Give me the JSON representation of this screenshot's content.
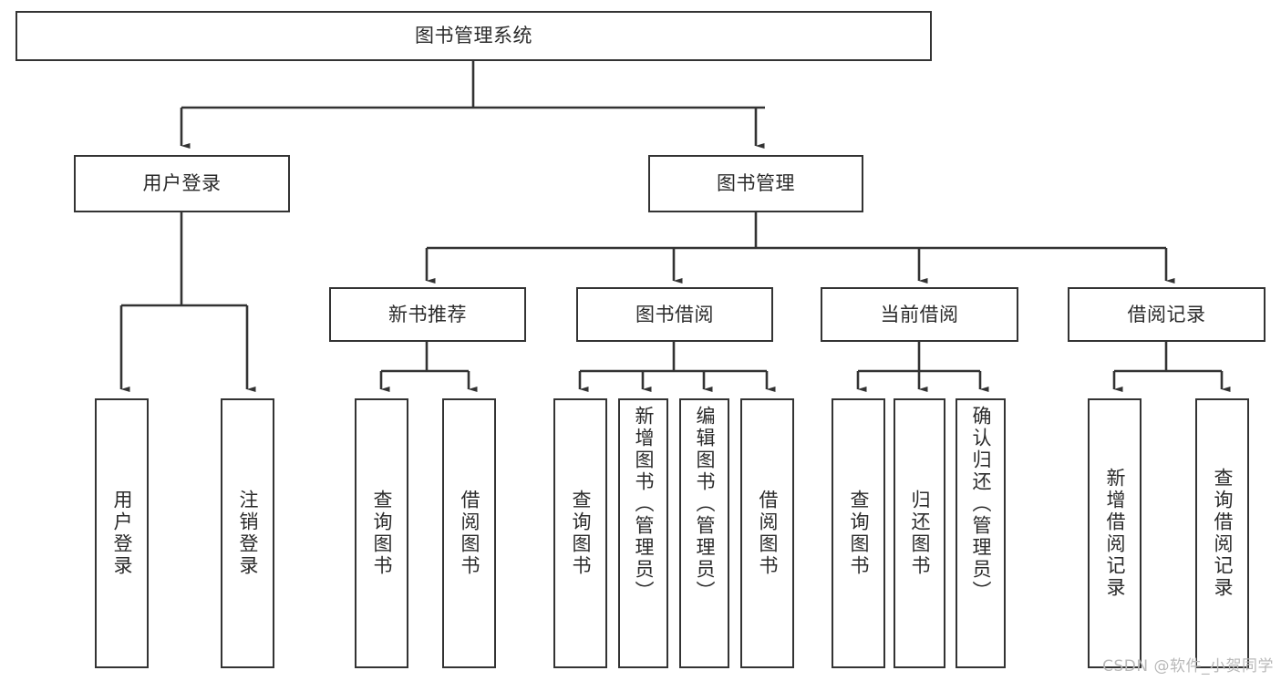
{
  "diagram": {
    "type": "tree",
    "title": "图书管理系统",
    "watermark": "CSDN @软件_小贺同学",
    "colors": {
      "box_border": "#333333",
      "box_fill": "#ffffff",
      "edge": "#333333",
      "text": "#2b2b2b",
      "watermark": "#b9b9b9"
    },
    "nodes": {
      "root": "图书管理系统",
      "user_login": "用户登录",
      "book_manage": "图书管理",
      "new_book_rec": "新书推荐",
      "book_borrow": "图书借阅",
      "current_borrow": "当前借阅",
      "borrow_record": "借阅记录",
      "leaf_user_login": "用户登录",
      "leaf_logout": "注销登录",
      "leaf_query_book_1": "查询图书",
      "leaf_borrow_book_1": "借阅图书",
      "leaf_query_book_2": "查询图书",
      "leaf_add_book_admin": "新增图书（管理员）",
      "leaf_edit_book_admin": "编辑图书（管理员）",
      "leaf_borrow_book_2": "借阅图书",
      "leaf_query_book_3": "查询图书",
      "leaf_return_book": "归还图书",
      "leaf_confirm_return_admin": "确认归还（管理员）",
      "leaf_add_record": "新增借阅记录",
      "leaf_query_record": "查询借阅记录"
    },
    "hierarchy": [
      {
        "label": "图书管理系统",
        "children": [
          {
            "label": "用户登录",
            "children": [
              {
                "label": "用户登录"
              },
              {
                "label": "注销登录"
              }
            ]
          },
          {
            "label": "图书管理",
            "children": [
              {
                "label": "新书推荐",
                "children": [
                  {
                    "label": "查询图书"
                  },
                  {
                    "label": "借阅图书"
                  }
                ]
              },
              {
                "label": "图书借阅",
                "children": [
                  {
                    "label": "查询图书"
                  },
                  {
                    "label": "新增图书（管理员）"
                  },
                  {
                    "label": "编辑图书（管理员）"
                  },
                  {
                    "label": "借阅图书"
                  }
                ]
              },
              {
                "label": "当前借阅",
                "children": [
                  {
                    "label": "查询图书"
                  },
                  {
                    "label": "归还图书"
                  },
                  {
                    "label": "确认归还（管理员）"
                  }
                ]
              },
              {
                "label": "借阅记录",
                "children": [
                  {
                    "label": "新增借阅记录"
                  },
                  {
                    "label": "查询借阅记录"
                  }
                ]
              }
            ]
          }
        ]
      }
    ]
  }
}
